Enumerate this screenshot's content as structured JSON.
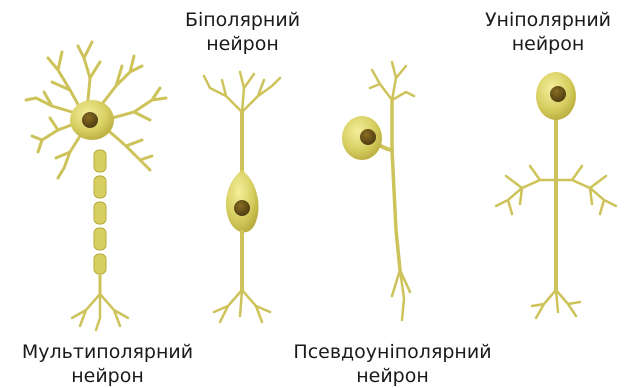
{
  "colors": {
    "soma_light": "#f3ef9c",
    "soma_mid": "#d8cf62",
    "soma_dark": "#b7ab3c",
    "process": "#cdc35a",
    "nucleus_light": "#8a6d24",
    "nucleus_dark": "#4a3a10",
    "text": "#1a1a1a",
    "background": "#ffffff"
  },
  "labels": {
    "bipolar": {
      "line1": "Біполярний",
      "line2": "нейрон"
    },
    "unipolar": {
      "line1": "Уніполярний",
      "line2": "нейрон"
    },
    "multipolar": {
      "line1": "Мультиполярний",
      "line2": "нейрон"
    },
    "pseudounipolar": {
      "line1": "Псевдоуніполярний",
      "line2": "нейрон"
    }
  }
}
